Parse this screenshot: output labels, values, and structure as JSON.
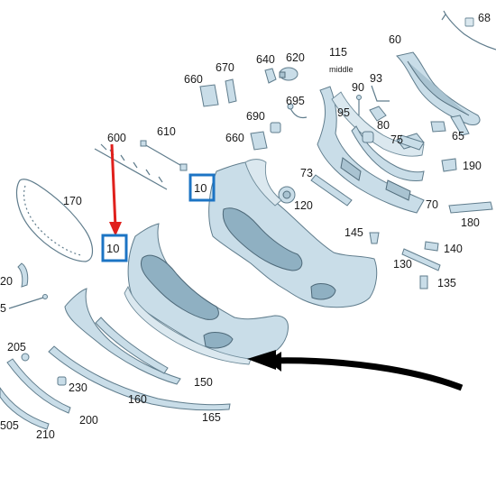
{
  "labels": {
    "l68": "68",
    "l60": "60",
    "l115": "115",
    "l_middle": "middle",
    "l640": "640",
    "l620": "620",
    "l670": "670",
    "l660a": "660",
    "l93": "93",
    "l90": "90",
    "l695": "695",
    "l95": "95",
    "l690": "690",
    "l80": "80",
    "l75": "75",
    "l65": "65",
    "l600": "600",
    "l610": "610",
    "l660b": "660",
    "l190": "190",
    "l73": "73",
    "l170": "170",
    "l10a": "10",
    "l120": "120",
    "l70": "70",
    "l180": "180",
    "l10b": "10",
    "l145": "145",
    "l140": "140",
    "l130": "130",
    "l20": "20",
    "l135": "135",
    "l5": "5",
    "l205": "205",
    "l150": "150",
    "l230": "230",
    "l160": "160",
    "l165": "165",
    "l200": "200",
    "l505": "505",
    "l210": "210"
  },
  "colors": {
    "part_fill": "#c9dde8",
    "highlight_box": "#1c74c4",
    "red_arrow": "#e0201c",
    "black_arrow": "#000000"
  }
}
